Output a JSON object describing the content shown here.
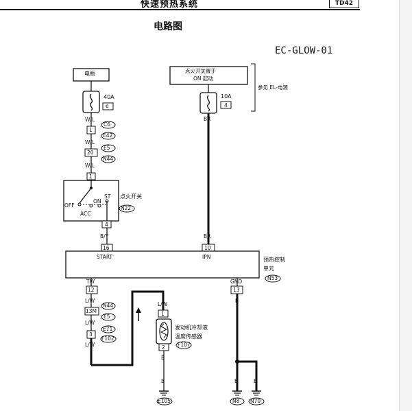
{
  "header": {
    "title": "快速预热系统",
    "model_badge": "TD42"
  },
  "diagram": {
    "title": "电路图",
    "code": "EC-GLOW-01"
  },
  "battery": {
    "label": "电瓶",
    "fuse_rating": "40A",
    "fuse_id": "e"
  },
  "ignition_on": {
    "label_line1": "点火开关置于",
    "label_line2": "ON 起动",
    "fuse_rating": "10A",
    "fuse_id": "4",
    "reference": "参见 EL-电源"
  },
  "wires": {
    "w_l_1": "W/L",
    "w_l_2": "W/L",
    "w_l_3": "W/L",
    "b_y": "B/Y",
    "br_1": "BR",
    "br_2": "BR",
    "l_w_a": "L/W",
    "l_w_b": "L/W",
    "l_w_c": "L/W",
    "l_w_d": "L/W",
    "b_gnd": "B",
    "b_sens_1": "B",
    "b_sens_2": "B",
    "b_gnd_1": "B",
    "b_gnd_2": "B"
  },
  "connectors": {
    "c6": "C6",
    "e42": "E42",
    "e5_top": "E5",
    "n44_top": "N44",
    "n22": "N22",
    "n53": "N53",
    "n44_bot": "N44",
    "e5_bot": "E5",
    "e71": "E71",
    "f102": "F102",
    "f107": "F107",
    "e105": "E105",
    "n8": "N8",
    "n70": "N70"
  },
  "pins": {
    "p1a": "1",
    "p20": "20",
    "p1b": "1",
    "p4": "4",
    "p16": "16",
    "p10": "10",
    "p12": "12",
    "p13": "13",
    "p13m": "13M",
    "p3": "3",
    "p1c": "1",
    "p2": "2"
  },
  "ignition_switch": {
    "label": "点火开关",
    "off": "OFF",
    "acc": "ACC",
    "on": "ON",
    "st": "ST"
  },
  "control_unit": {
    "label_line1": "预热控制",
    "label_line2": "单元",
    "start": "START",
    "ign": "IPN",
    "tw": "TW",
    "gnd": "GND"
  },
  "sensor": {
    "label_line1": "发动机冷却液",
    "label_line2": "温度传感器"
  }
}
